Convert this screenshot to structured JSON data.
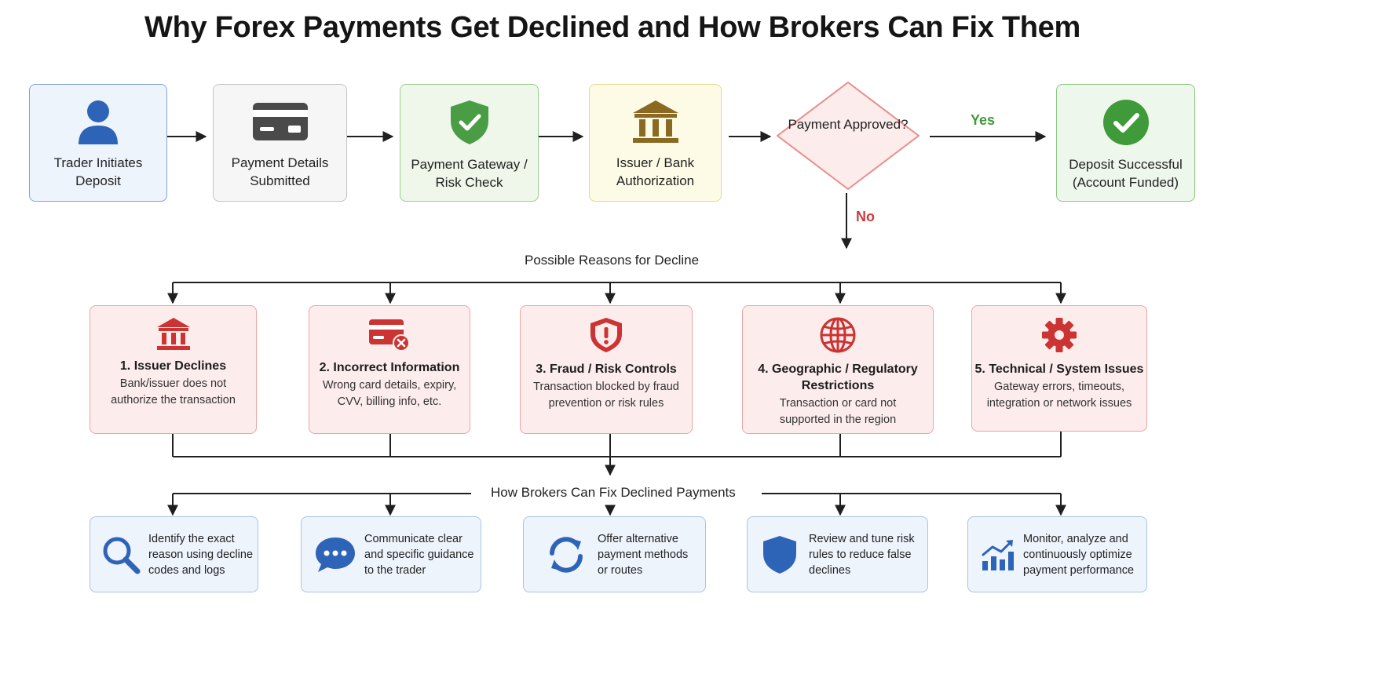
{
  "title": "Why Forex Payments Get Declined and How Brokers Can Fix Them",
  "flow": {
    "steps": [
      {
        "label": "Trader Initiates Deposit",
        "icon": "user-icon"
      },
      {
        "label": "Payment Details Submitted",
        "icon": "credit-card-icon"
      },
      {
        "label": "Payment Gateway / Risk Check",
        "icon": "shield-check-icon"
      },
      {
        "label": "Issuer / Bank Authorization",
        "icon": "bank-icon"
      }
    ],
    "decision": "Payment Approved?",
    "yes_label": "Yes",
    "no_label": "No",
    "success": {
      "label": "Deposit Successful (Account Funded)",
      "icon": "check-circle-icon"
    }
  },
  "reasons_title": "Possible Reasons for Decline",
  "reasons": [
    {
      "title": "1. Issuer Declines",
      "desc": "Bank/issuer does not authorize the transaction",
      "icon": "bank-icon"
    },
    {
      "title": "2. Incorrect Information",
      "desc": "Wrong card details, expiry, CVV, billing info, etc.",
      "icon": "card-error-icon"
    },
    {
      "title": "3. Fraud / Risk Controls",
      "desc": "Transaction blocked by fraud prevention or risk rules",
      "icon": "shield-alert-icon"
    },
    {
      "title": "4. Geographic / Regulatory Restrictions",
      "desc": "Transaction or card not supported in the region",
      "icon": "globe-icon"
    },
    {
      "title": "5. Technical / System Issues",
      "desc": "Gateway errors, timeouts, integration or network issues",
      "icon": "gear-icon"
    }
  ],
  "fixes_title": "How Brokers Can Fix Declined Payments",
  "fixes": [
    {
      "text": "Identify the exact reason using decline codes and logs",
      "icon": "search-icon"
    },
    {
      "text": "Communicate clear and specific guidance to the trader",
      "icon": "chat-icon"
    },
    {
      "text": "Offer alternative payment methods or routes",
      "icon": "refresh-icon"
    },
    {
      "text": "Review and tune risk rules to reduce false declines",
      "icon": "shield-icon"
    },
    {
      "text": "Monitor, analyze and continuously optimize payment performance",
      "icon": "chart-icon"
    }
  ],
  "colors": {
    "primary_blue": "#2e64b8",
    "reason_red": "#cc3333",
    "success_green": "#3f9a3a",
    "bank_gold": "#8a6a22"
  }
}
